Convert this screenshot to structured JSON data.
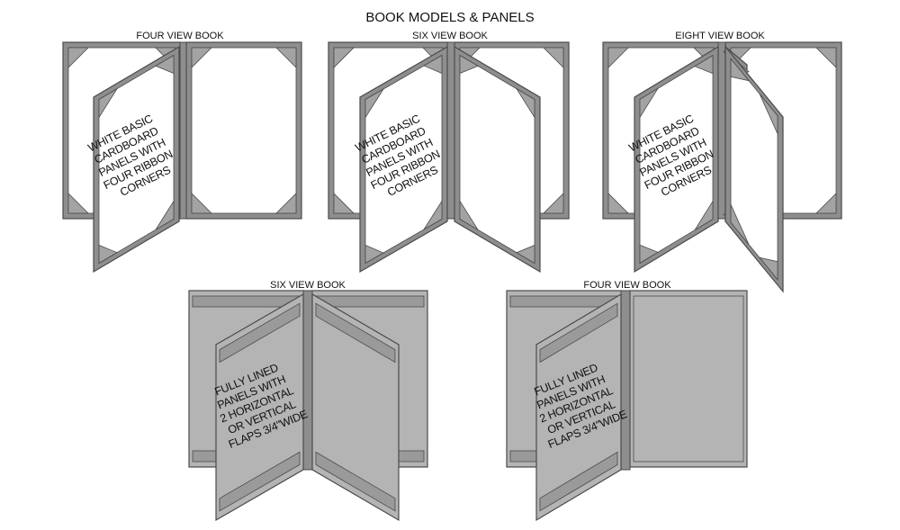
{
  "title": "BOOK MODELS & PANELS",
  "books": [
    {
      "label": "FOUR VIEW BOOK",
      "panel_text": [
        "WHITE BASIC",
        "CARDBOARD",
        "PANELS WITH",
        "FOUR RIBBON",
        "CORNERS"
      ]
    },
    {
      "label": "SIX VIEW BOOK",
      "panel_text": [
        "WHITE BASIC",
        "CARDBOARD",
        "PANELS WITH",
        "FOUR RIBBON",
        "CORNERS"
      ]
    },
    {
      "label": "EIGHT  VIEW BOOK",
      "panel_text": [
        "WHITE BASIC",
        "CARDBOARD",
        "PANELS WITH",
        "FOUR RIBBON",
        "CORNERS"
      ]
    },
    {
      "label": "SIX VIEW BOOK",
      "panel_text": [
        "FULLY  LINED",
        "PANELS WITH",
        "2 HORIZONTAL",
        "OR VERTICAL",
        "FLAPS 3/4\"WIDE"
      ]
    },
    {
      "label": "FOUR VIEW BOOK",
      "panel_text": [
        "FULLY  LINED",
        "PANELS WITH",
        "2 HORIZONTAL",
        "OR VERTICAL",
        "FLAPS 3/4\"WIDE"
      ]
    }
  ],
  "colors": {
    "frame": "#8e8e8e",
    "outline": "#4a4a4a",
    "corner": "#a3a3a3",
    "lined": "#b4b4b4",
    "flap": "#9a9a9a"
  }
}
